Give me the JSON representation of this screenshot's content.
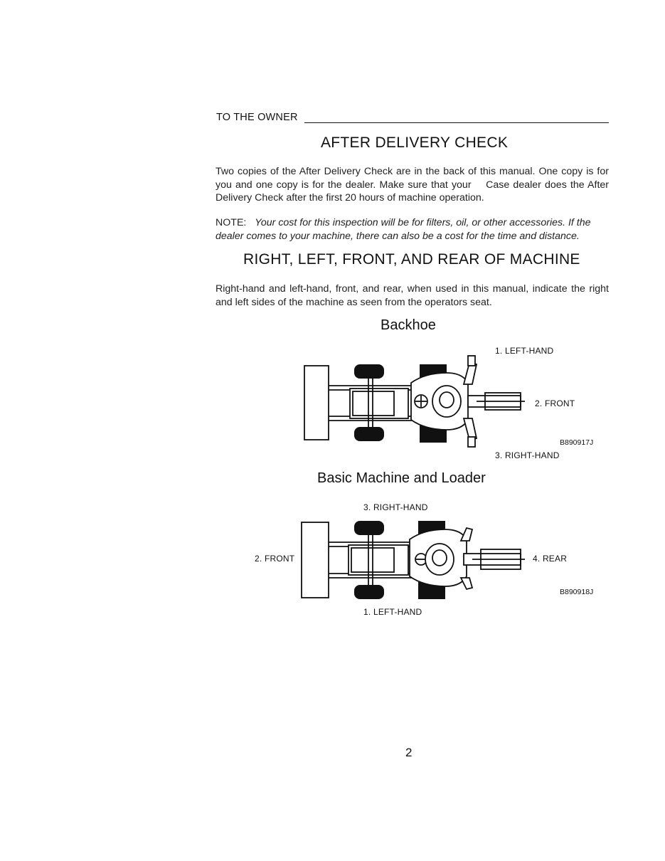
{
  "header": {
    "section": "TO THE OWNER"
  },
  "after_delivery": {
    "title": "AFTER DELIVERY CHECK",
    "body": "Two copies of the After Delivery Check are in the back of this manual. One copy is for you and one copy is for the dealer. Make sure that your    Case dealer does the After Delivery Check after the first 20 hours of machine operation.",
    "note_label": "NOTE:",
    "note_text": "Your cost for this inspection will be for filters, oil, or other accessories. If the dealer comes to your machine, there can also be a cost for the time and distance."
  },
  "orientation": {
    "title": "RIGHT, LEFT, FRONT, AND REAR OF MACHINE",
    "body": "Right-hand and left-hand, front, and rear, when used in this manual, indicate the right and left sides of the machine as seen from the operators seat."
  },
  "backhoe_figure": {
    "title": "Backhoe",
    "label_1": "1. LEFT-HAND",
    "label_2": "2. FRONT",
    "label_3": "3. RIGHT-HAND",
    "code": "B890917J"
  },
  "loader_figure": {
    "title": "Basic Machine and Loader",
    "label_1": "1. LEFT-HAND",
    "label_2": "2. FRONT",
    "label_3": "3. RIGHT-HAND",
    "label_4": "4. REAR",
    "code": "B890918J"
  },
  "footer": {
    "page_number": "2"
  }
}
